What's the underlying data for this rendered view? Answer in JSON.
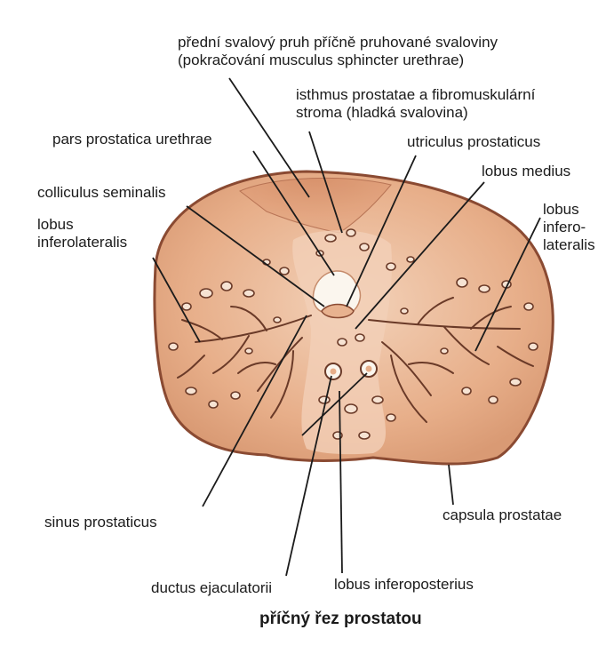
{
  "labels": {
    "predni_svalovy_pruh": [
      "přední svalový pruh příčně pruhované svaloviny",
      "(pokračování musculus sphincter urethrae)"
    ],
    "isthmus": [
      "isthmus prostatae a fibromuskulární",
      "stroma (hladká svalovina)"
    ],
    "pars_prostatica": "pars prostatica urethrae",
    "utriculus": "utriculus prostaticus",
    "colliculus": "colliculus seminalis",
    "lobus_medius": "lobus medius",
    "lobus_inferolateralis_left": [
      "lobus",
      "inferolateralis"
    ],
    "lobus_inferolateralis_right": [
      "lobus",
      "infero-",
      "lateralis"
    ],
    "sinus": "sinus prostaticus",
    "capsula": "capsula prostatae",
    "ductus": "ductus ejaculatorii",
    "lobus_inferoposterius": "lobus inferoposterius"
  },
  "caption": "příčný řez prostatou",
  "colors": {
    "tissue": "#e8b28f",
    "tissue_dark": "#d9926c",
    "capsule": "#8a4a32",
    "gland_outline": "#6a3a28",
    "gland_fill": "#f6e3d3",
    "stroma_center": "#f2d0b8",
    "urethra": "#fbf6ee",
    "leader": "#1b1b1b"
  }
}
